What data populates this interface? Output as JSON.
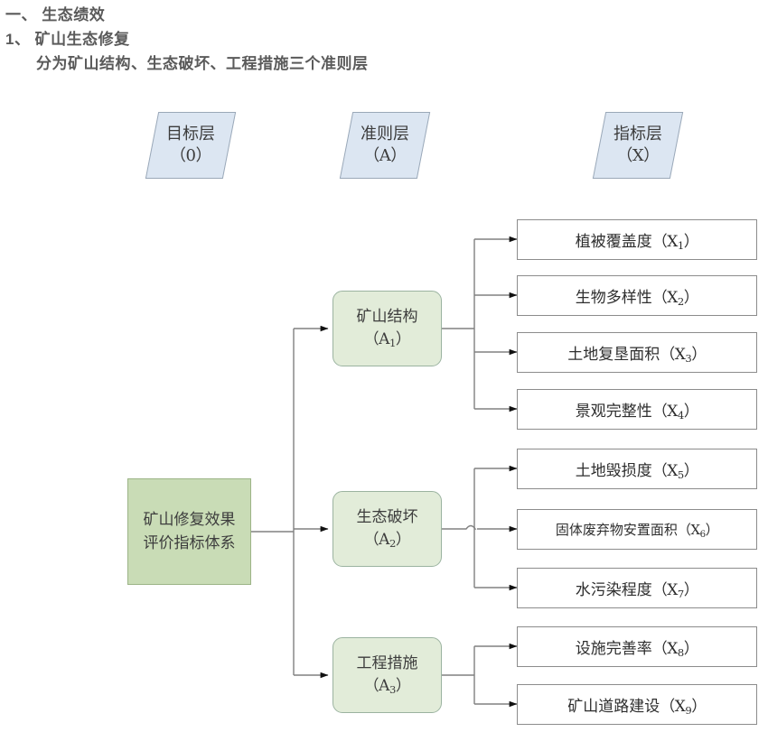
{
  "heading": {
    "line1": "一、 生态绩效",
    "line2": "1、 矿山生态修复",
    "line3": "分为矿山结构、生态破坏、工程措施三个准则层"
  },
  "layer_headers": [
    {
      "title": "目标层",
      "code": "（0）"
    },
    {
      "title": "准则层",
      "code": "（A）"
    },
    {
      "title": "指标层",
      "code": "（X）"
    }
  ],
  "goal": {
    "label": "矿山修复效果评价指标体系"
  },
  "criteria": [
    {
      "title": "矿山结构",
      "code_open": "（A",
      "code_sub": "1",
      "code_close": "）"
    },
    {
      "title": "生态破坏",
      "code_open": "（A",
      "code_sub": "2",
      "code_close": "）"
    },
    {
      "title": "工程措施",
      "code_open": "（A",
      "code_sub": "3",
      "code_close": "）"
    }
  ],
  "indicators": [
    {
      "title": "植被覆盖度",
      "code_open": "（X",
      "code_sub": "1",
      "code_close": "）"
    },
    {
      "title": "生物多样性",
      "code_open": "（X",
      "code_sub": "2",
      "code_close": "）"
    },
    {
      "title": "土地复垦面积",
      "code_open": "（X",
      "code_sub": "3",
      "code_close": "）"
    },
    {
      "title": "景观完整性",
      "code_open": "（X",
      "code_sub": "4",
      "code_close": "）"
    },
    {
      "title": "土地毁损度",
      "code_open": "（X",
      "code_sub": "5",
      "code_close": "）"
    },
    {
      "title": "固体废弃物安置面积",
      "code_open": "（X",
      "code_sub": "6",
      "code_close": "）"
    },
    {
      "title": "水污染程度",
      "code_open": "（X",
      "code_sub": "7",
      "code_close": "）"
    },
    {
      "title": "设施完善率",
      "code_open": "（X",
      "code_sub": "8",
      "code_close": "）"
    },
    {
      "title": "矿山道路建设",
      "code_open": "（X",
      "code_sub": "9",
      "code_close": "）"
    }
  ],
  "colors": {
    "heading_text": "#5a5a5a",
    "layer_header_fill": "#dce6f2",
    "layer_header_stroke": "#9aa8b8",
    "goal_fill": "#c9dcb6",
    "goal_stroke": "#9cb487",
    "criteria_fill": "#e2ecd9",
    "criteria_stroke": "#9bb3a0",
    "indicator_fill": "#ffffff",
    "indicator_stroke": "#8c8c8c",
    "connector": "#808080",
    "arrowhead": "#111111"
  }
}
